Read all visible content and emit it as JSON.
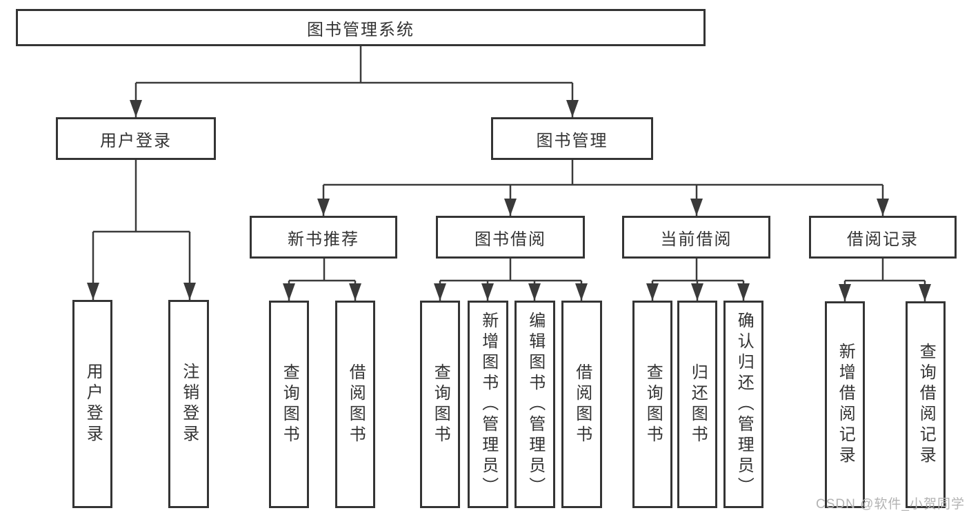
{
  "nodes": {
    "root": {
      "label": "图书管理系统"
    },
    "user_login": {
      "label": "用户登录"
    },
    "book_mgmt": {
      "label": "图书管理"
    },
    "new_book_rec": {
      "label": "新书推荐"
    },
    "book_borrow": {
      "label": "图书借阅"
    },
    "current_borrow": {
      "label": "当前借阅"
    },
    "borrow_record": {
      "label": "借阅记录"
    },
    "login_user_login": {
      "label": "用户登录"
    },
    "login_logout": {
      "label": "注销登录"
    },
    "rec_query_book": {
      "label": "查询图书"
    },
    "rec_borrow_book": {
      "label": "借阅图书"
    },
    "bb_query_book": {
      "label": "查询图书"
    },
    "bb_add_book": {
      "label": "新增图书（管理员）"
    },
    "bb_edit_book": {
      "label": "编辑图书（管理员）"
    },
    "bb_borrow_book": {
      "label": "借阅图书"
    },
    "cb_query_book": {
      "label": "查询图书"
    },
    "cb_return_book": {
      "label": "归还图书"
    },
    "cb_confirm_return": {
      "label": "确认归还（管理员）"
    },
    "br_add_record": {
      "label": "新增借阅记录"
    },
    "br_query_record": {
      "label": "查询借阅记录"
    }
  },
  "hierarchy": [
    {
      "parent": "图书管理系统",
      "children": [
        "用户登录",
        "图书管理"
      ]
    },
    {
      "parent": "用户登录",
      "children": [
        "用户登录",
        "注销登录"
      ]
    },
    {
      "parent": "图书管理",
      "children": [
        "新书推荐",
        "图书借阅",
        "当前借阅",
        "借阅记录"
      ]
    },
    {
      "parent": "新书推荐",
      "children": [
        "查询图书",
        "借阅图书"
      ]
    },
    {
      "parent": "图书借阅",
      "children": [
        "查询图书",
        "新增图书（管理员）",
        "编辑图书（管理员）",
        "借阅图书"
      ]
    },
    {
      "parent": "当前借阅",
      "children": [
        "查询图书",
        "归还图书",
        "确认归还（管理员）"
      ]
    },
    {
      "parent": "借阅记录",
      "children": [
        "新增借阅记录",
        "查询借阅记录"
      ]
    }
  ],
  "watermark": {
    "text": "CSDN @软件_小贺同学"
  },
  "colors": {
    "line": "#3a3a3a",
    "border": "#343434",
    "text": "#333333",
    "background": "#ffffff",
    "watermark": "#b3b3b3"
  }
}
